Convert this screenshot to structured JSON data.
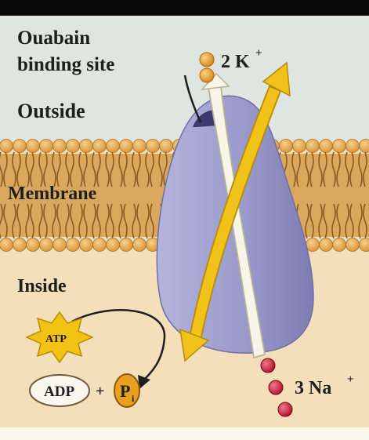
{
  "labels": {
    "binding_site_line1": "Ouabain",
    "binding_site_line2": "binding site",
    "outside": "Outside",
    "membrane": "Membrane",
    "inside": "Inside",
    "atp": "ATP",
    "adp": "ADP",
    "plus": "+",
    "phosphate": "P",
    "phosphate_sub": "i",
    "k_ions": "2 K",
    "k_charge": "+",
    "na_ions": "3 Na",
    "na_charge": "+"
  },
  "colors": {
    "outside_bg": "#dfe5df",
    "inside_bg": "#f3dfb9",
    "lipid_head": "#e2a44a",
    "lipid_tail": "#b07a3a",
    "pump_protein": "#9a9acb",
    "binding_site": "#3c3a6e",
    "k_ion": "#e09a2a",
    "na_ion": "#c9203a",
    "k_arrow": "#f7f5e8",
    "na_arrow": "#f0c21a",
    "atp_star": "#f2c314",
    "phosphate_fill": "#e8a020"
  }
}
